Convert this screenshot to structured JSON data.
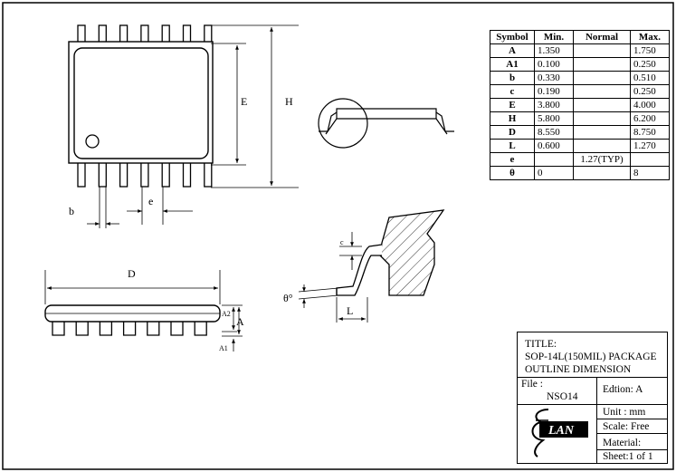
{
  "labels": {
    "E": "E",
    "H": "H",
    "b": "b",
    "e": "e",
    "D": "D",
    "A": "A",
    "A1": "A1",
    "A2": "A2",
    "c": "c",
    "L": "L",
    "theta": "θ°"
  },
  "table": {
    "headers": [
      "Symbol",
      "Min.",
      "Normal",
      "Max."
    ],
    "rows": [
      {
        "symbol": "A",
        "min": "1.350",
        "normal": "",
        "max": "1.750"
      },
      {
        "symbol": "A1",
        "min": "0.100",
        "normal": "",
        "max": "0.250"
      },
      {
        "symbol": "b",
        "min": "0.330",
        "normal": "",
        "max": "0.510"
      },
      {
        "symbol": "c",
        "min": "0.190",
        "normal": "",
        "max": "0.250"
      },
      {
        "symbol": "E",
        "min": "3.800",
        "normal": "",
        "max": "4.000"
      },
      {
        "symbol": "H",
        "min": "5.800",
        "normal": "",
        "max": "6.200"
      },
      {
        "symbol": "D",
        "min": "8.550",
        "normal": "",
        "max": "8.750"
      },
      {
        "symbol": "L",
        "min": "0.600",
        "normal": "",
        "max": "1.270"
      },
      {
        "symbol": "e",
        "min": "",
        "normal": "1.27(TYP)",
        "max": ""
      },
      {
        "symbol": "θ",
        "min": "0",
        "normal": "",
        "max": "8"
      }
    ]
  },
  "title_block": {
    "title_label": "TITLE:",
    "title_line1": "SOP-14L(150MIL) PACKAGE",
    "title_line2": "OUTLINE DIMENSION",
    "file_label": "File :",
    "file_value": "NSO14",
    "edition": "Edtion:  A",
    "unit": "Unit : mm",
    "scale": "Scale: Free",
    "material": "Material:",
    "sheet": "Sheet:1 of 1",
    "logo_text": "LAN"
  }
}
